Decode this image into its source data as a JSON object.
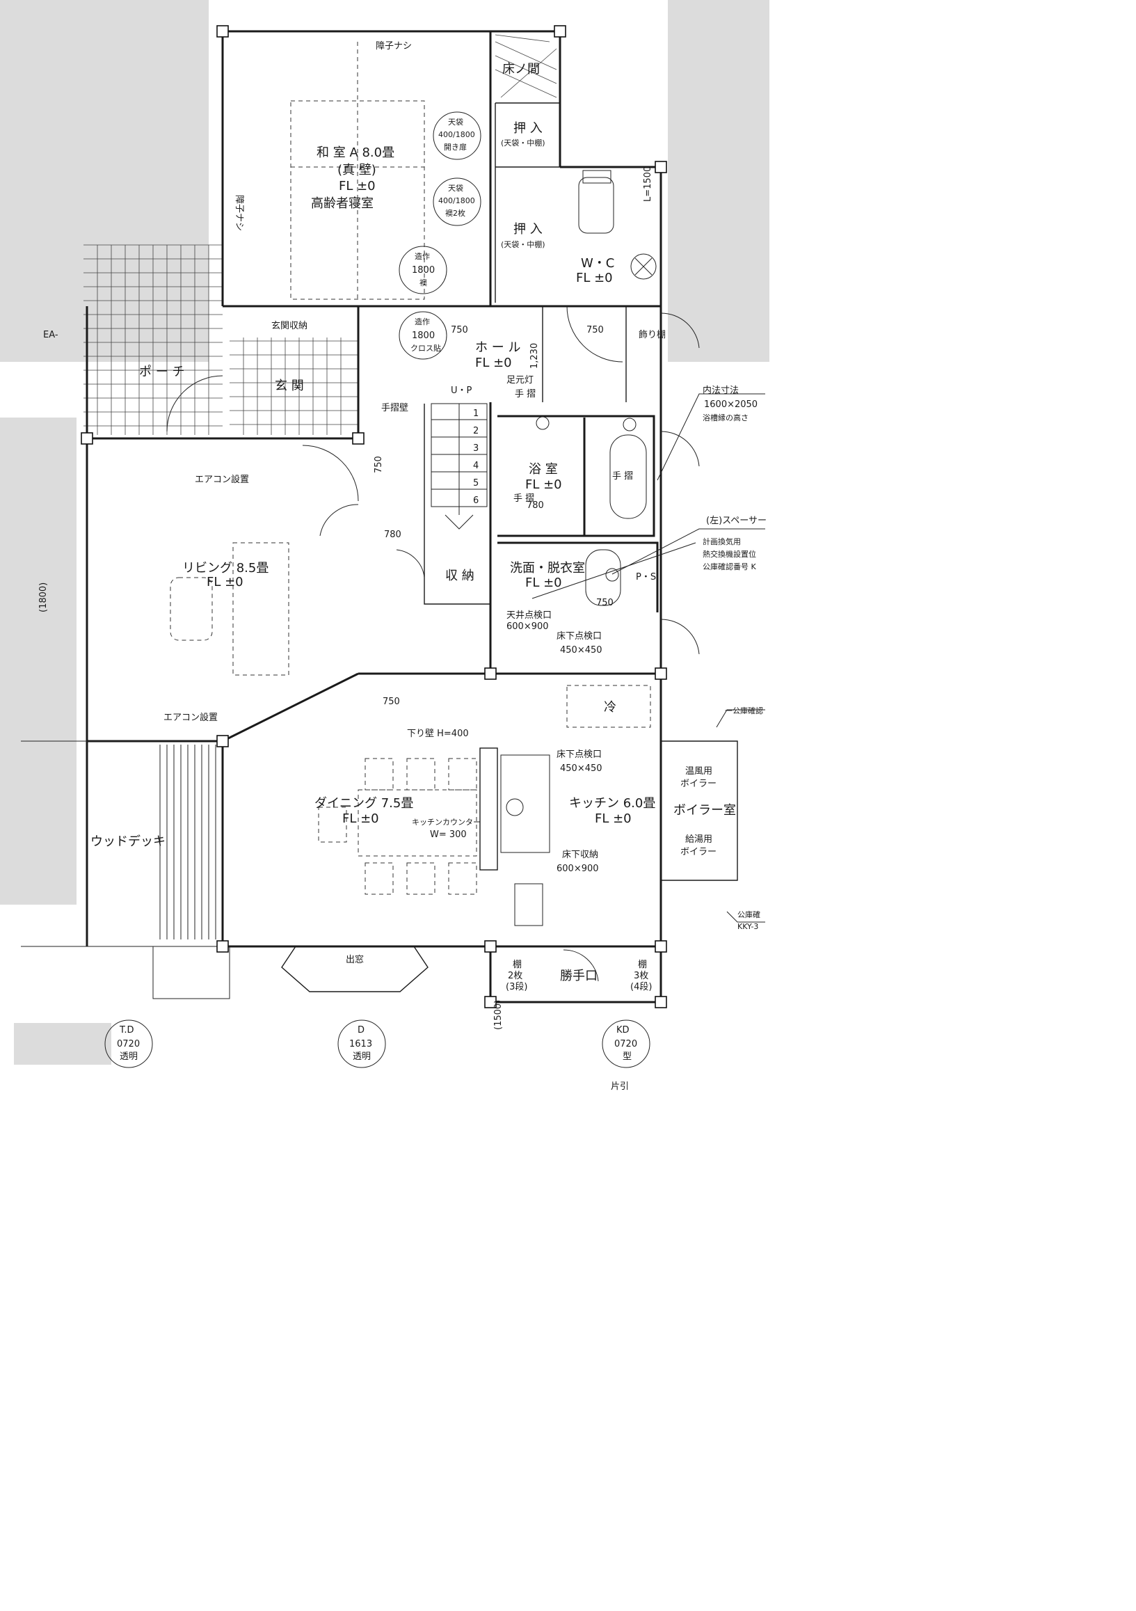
{
  "rooms": {
    "washitsu": {
      "l1": "和 室 A 8.0畳",
      "l2": "(真 壁)",
      "l3": "FL ±0",
      "l4": "高齢者寝室"
    },
    "tokonoma": "床ノ間",
    "oshiire1": {
      "l1": "押 入",
      "l2": "(天袋・中棚)"
    },
    "oshiire2": {
      "l1": "押 入",
      "l2": "(天袋・中棚)"
    },
    "wc": {
      "l1": "W・C",
      "l2": "FL ±0",
      "dim": "L=1500"
    },
    "genkan_storage": "玄関収納",
    "genkan": "玄 関",
    "porch": "ポ ー チ",
    "hall": {
      "l1": "ホ ー ル",
      "l2": "FL ±0"
    },
    "kazaridana": "飾り棚",
    "bath": {
      "l1": "浴 室",
      "l2": "FL ±0",
      "rail": "手 摺"
    },
    "datsui": {
      "l1": "洗面・脱衣室",
      "l2": "FL ±0"
    },
    "storage": "収 納",
    "living": {
      "l1": "リビング 8.5畳",
      "l2": "FL ±0"
    },
    "dining": {
      "l1": "ダイニング 7.5畳",
      "l2": "FL ±0"
    },
    "kitchen": {
      "l1": "キッチン 6.0畳",
      "l2": "FL ±0"
    },
    "deck": "ウッドデッキ",
    "boiler": {
      "l1": "ボイラー室",
      "l2": "温風用",
      "l3": "ボイラー",
      "l4": "給湯用",
      "l5": "ボイラー"
    },
    "katteguchi": "勝手口",
    "ps": "P・S",
    "demado": "出窓"
  },
  "labels": {
    "shoji": "障子ナシ",
    "shoji_side": "障子ナシ",
    "up": "U・P",
    "ashimoto": "足元灯",
    "tesuri": "手 摺",
    "tesuri_wall": "手摺壁",
    "tesuri_bath": "手 摺",
    "aircon_living": "エアコン設置",
    "aircon_deck": "エアコン設置",
    "sagarikabe": "下り壁 H=400",
    "counter_l1": "キッチンカウンター",
    "counter_l2": "W= 300",
    "tenjou_hatch": "天井点検口",
    "tenjou_hatch_size": "600×900",
    "yuka_hatch": "床下点検口",
    "yuka_hatch_size": "450×450",
    "yuka_hatch2": "床下点検口",
    "yuka_hatch2_size": "450×450",
    "yuka_storage": "床下収納",
    "yuka_storage_size": "600×900",
    "rei": "冷",
    "dim_750a": "750",
    "dim_750b": "750",
    "dim_750c": "750",
    "dim_750d": "750",
    "dim_750e": "750",
    "dim_780a": "780",
    "dim_780b": "780",
    "dim_1230": "1,230",
    "dim_1800": "(1800)",
    "dim_1500": "(1500)",
    "stairs": [
      "1",
      "2",
      "3",
      "4",
      "5",
      "6"
    ],
    "uchinori_l1": "内法寸法",
    "uchinori_l2": "1600×2050",
    "uchinori_l3": "浴槽縁の高さ",
    "space_saver": "(左)スペーサー",
    "keikaku_l1": "計画換気用",
    "keikaku_l2": "熱交換機設置位",
    "keikaku_l3": "公庫確認番号 K",
    "koko_top": "一公庫確認",
    "koko_bottom_l1": "公庫確",
    "koko_bottom_l2": "KKY-3",
    "hirakido": "片引",
    "dana1_l1": "棚",
    "dana1_l2": "2枚",
    "dana1_l3": "(3段)",
    "dana2_l1": "棚",
    "dana2_l2": "3枚",
    "dana2_l3": "(4段)",
    "ea": "EA-"
  },
  "callouts": {
    "c1": {
      "a": "天袋",
      "b": "400/1800",
      "c": "開き扉"
    },
    "c2": {
      "a": "天袋",
      "b": "400/1800",
      "c": "襖2枚"
    },
    "c3": {
      "a": "造作",
      "b": "1800",
      "c": "襖"
    },
    "c4": {
      "a": "造作",
      "b": "1800",
      "c": "クロス貼"
    },
    "td": {
      "a": "T.D",
      "b": "0720",
      "c": "透明"
    },
    "d": {
      "a": "D",
      "b": "1613",
      "c": "透明"
    },
    "kd": {
      "a": "KD",
      "b": "0720",
      "c": "型"
    }
  }
}
